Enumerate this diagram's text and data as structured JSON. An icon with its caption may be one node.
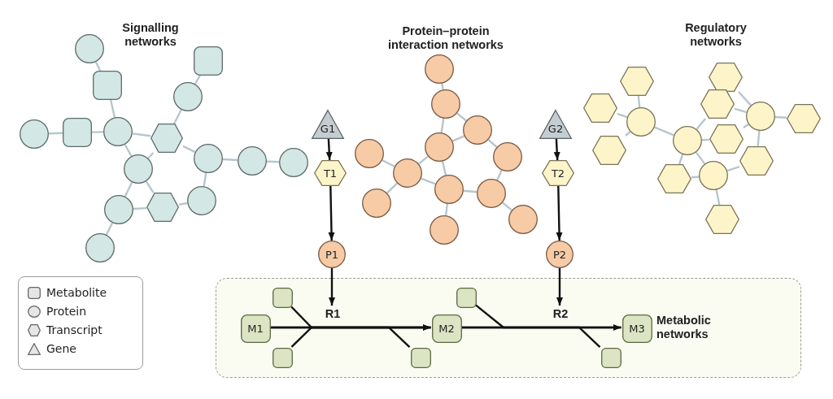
{
  "diagram": {
    "nodes": [
      {
        "text": [],
        "shape": "circle"
      },
      {
        "text": [],
        "shape": "box"
      },
      {
        "text": [],
        "shape": "box"
      },
      {
        "text": [],
        "shape": "circle"
      },
      {
        "text": [],
        "shape": "circle"
      },
      {
        "text": [],
        "shape": "box"
      },
      {
        "text": [],
        "shape": "circle"
      },
      {
        "text": [],
        "shape": "hexagon"
      },
      {
        "text": [],
        "shape": "circle"
      },
      {
        "text": [],
        "shape": "circle"
      },
      {
        "text": [],
        "shape": "circle"
      },
      {
        "text": [],
        "shape": "circle"
      },
      {
        "text": [],
        "shape": "circle"
      },
      {
        "text": [],
        "shape": "hexagon"
      },
      {
        "text": [],
        "shape": "circle"
      },
      {
        "text": [],
        "shape": "circle"
      },
      {
        "text": [
          "G1"
        ]
      },
      {
        "text": [
          "T1"
        ]
      },
      {
        "text": [
          "P1"
        ]
      },
      {
        "text": [],
        "shape": "circle"
      },
      {
        "text": [],
        "shape": "circle"
      },
      {
        "text": [],
        "shape": "circle"
      },
      {
        "text": [],
        "shape": "circle"
      },
      {
        "text": [],
        "shape": "circle"
      },
      {
        "text": [],
        "shape": "circle"
      },
      {
        "text": [],
        "shape": "circle"
      },
      {
        "text": [],
        "shape": "circle"
      },
      {
        "text": [],
        "shape": "circle"
      },
      {
        "text": [],
        "shape": "circle"
      },
      {
        "text": [],
        "shape": "circle"
      },
      {
        "text": [],
        "shape": "circle"
      },
      {
        "text": [
          "G2"
        ]
      },
      {
        "text": [
          "T2"
        ]
      },
      {
        "text": [
          "P2"
        ]
      },
      {
        "text": [],
        "shape": "hexagon"
      },
      {
        "text": [],
        "shape": "hexagon"
      },
      {
        "text": [],
        "shape": "circle"
      },
      {
        "text": [],
        "shape": "hexagon"
      },
      {
        "text": [],
        "shape": "hexagon"
      },
      {
        "text": [],
        "shape": "hexagon"
      },
      {
        "text": [],
        "shape": "circle"
      },
      {
        "text": [],
        "shape": "hexagon"
      },
      {
        "text": [],
        "shape": "circle"
      },
      {
        "text": [],
        "shape": "hexagon"
      },
      {
        "text": [],
        "shape": "hexagon"
      },
      {
        "text": [],
        "shape": "hexagon"
      },
      {
        "text": [],
        "shape": "circle"
      },
      {
        "text": [],
        "shape": "hexagon"
      },
      {
        "text": [
          "Metabolic networks"
        ]
      },
      {
        "text": [],
        "shape": "box",
        "in": 48
      },
      {
        "text": [],
        "shape": "box",
        "in": 48
      },
      {
        "text": [
          "R1"
        ],
        "in": 48
      },
      {
        "text": [
          "R2"
        ],
        "in": 48
      },
      {
        "text": [
          "M1"
        ],
        "in": 48
      },
      {
        "text": [
          "M2"
        ],
        "in": 48
      },
      {
        "text": [
          "M3"
        ],
        "in": 48
      },
      {
        "text": [],
        "shape": "box",
        "in": 48
      },
      {
        "text": [],
        "shape": "box",
        "in": 48
      },
      {
        "text": [],
        "shape": "box",
        "in": 48
      }
    ],
    "edges": [
      {
        "from": 0,
        "to": 1,
        "arrow": "none"
      },
      {
        "from": 1,
        "to": 6,
        "arrow": "none"
      },
      {
        "from": 2,
        "to": 3,
        "arrow": "none"
      },
      {
        "from": 3,
        "to": 7,
        "arrow": "none"
      },
      {
        "from": 4,
        "to": 5,
        "arrow": "none"
      },
      {
        "from": 5,
        "to": 6,
        "arrow": "none"
      },
      {
        "from": 6,
        "to": 7,
        "arrow": "none"
      },
      {
        "from": 6,
        "to": 8,
        "arrow": "none"
      },
      {
        "from": 7,
        "to": 8,
        "arrow": "none"
      },
      {
        "from": 7,
        "to": 9,
        "arrow": "none"
      },
      {
        "from": 9,
        "to": 10,
        "arrow": "none"
      },
      {
        "from": 10,
        "to": 11,
        "arrow": "none"
      },
      {
        "from": 9,
        "to": 14,
        "arrow": "none"
      },
      {
        "from": 8,
        "to": 12,
        "arrow": "none"
      },
      {
        "from": 8,
        "to": 13,
        "arrow": "none"
      },
      {
        "from": 12,
        "to": 13,
        "arrow": "none"
      },
      {
        "from": 13,
        "to": 14,
        "arrow": "none"
      },
      {
        "from": 12,
        "to": 15,
        "arrow": "none"
      },
      {
        "from": 16,
        "to": 17,
        "arrow": "to",
        "color": "#111111"
      },
      {
        "from": 17,
        "to": 18,
        "arrow": "to",
        "color": "#111111"
      },
      {
        "from": 18,
        "to": 51,
        "arrow": "to",
        "color": "#111111"
      },
      {
        "from": 31,
        "to": 32,
        "arrow": "to",
        "color": "#111111"
      },
      {
        "from": 32,
        "to": 33,
        "arrow": "to",
        "color": "#111111"
      },
      {
        "from": 33,
        "to": 52,
        "arrow": "to",
        "color": "#111111"
      },
      {
        "from": 19,
        "to": 20,
        "arrow": "none"
      },
      {
        "from": 20,
        "to": 22,
        "arrow": "none"
      },
      {
        "from": 20,
        "to": 21,
        "arrow": "none"
      },
      {
        "from": 21,
        "to": 22,
        "arrow": "none"
      },
      {
        "from": 21,
        "to": 25,
        "arrow": "none"
      },
      {
        "from": 22,
        "to": 24,
        "arrow": "none"
      },
      {
        "from": 22,
        "to": 27,
        "arrow": "none"
      },
      {
        "from": 24,
        "to": 23,
        "arrow": "none"
      },
      {
        "from": 24,
        "to": 26,
        "arrow": "none"
      },
      {
        "from": 24,
        "to": 27,
        "arrow": "none"
      },
      {
        "from": 27,
        "to": 28,
        "arrow": "none"
      },
      {
        "from": 27,
        "to": 29,
        "arrow": "none"
      },
      {
        "from": 28,
        "to": 25,
        "arrow": "none"
      },
      {
        "from": 28,
        "to": 30,
        "arrow": "none"
      },
      {
        "from": 36,
        "to": 34,
        "arrow": "none"
      },
      {
        "from": 36,
        "to": 35,
        "arrow": "none"
      },
      {
        "from": 36,
        "to": 37,
        "arrow": "none"
      },
      {
        "from": 36,
        "to": 42,
        "arrow": "none"
      },
      {
        "from": 42,
        "to": 39,
        "arrow": "none"
      },
      {
        "from": 42,
        "to": 43,
        "arrow": "none"
      },
      {
        "from": 42,
        "to": 45,
        "arrow": "none"
      },
      {
        "from": 42,
        "to": 46,
        "arrow": "none"
      },
      {
        "from": 46,
        "to": 45,
        "arrow": "none"
      },
      {
        "from": 46,
        "to": 44,
        "arrow": "none"
      },
      {
        "from": 46,
        "to": 47,
        "arrow": "none"
      },
      {
        "from": 40,
        "to": 38,
        "arrow": "none"
      },
      {
        "from": 40,
        "to": 39,
        "arrow": "none"
      },
      {
        "from": 40,
        "to": 41,
        "arrow": "none"
      },
      {
        "from": 40,
        "to": 43,
        "arrow": "none"
      },
      {
        "from": 40,
        "to": 44,
        "arrow": "none"
      },
      {
        "from": 53,
        "to": 54,
        "arrow": "to",
        "color": "#111111"
      },
      {
        "from": 49,
        "to": 54,
        "arrow": "to",
        "color": "#111111"
      },
      {
        "from": 56,
        "to": 54,
        "arrow": "to",
        "color": "#111111"
      },
      {
        "from": 53,
        "to": 57,
        "arrow": "none",
        "color": "#111111"
      },
      {
        "from": 54,
        "to": 55,
        "arrow": "to",
        "color": "#111111"
      },
      {
        "from": 50,
        "to": 55,
        "arrow": "to",
        "color": "#111111"
      },
      {
        "from": 54,
        "to": 58,
        "arrow": "none",
        "color": "#111111"
      }
    ],
    "labels": [
      "Signalling networks",
      "Protein–protein interaction networks",
      "Regulatory networks"
    ],
    "legend": [
      {
        "text": "Metabolite"
      },
      {
        "text": "Protein"
      },
      {
        "text": "Transcript"
      },
      {
        "text": "Gene"
      }
    ]
  }
}
